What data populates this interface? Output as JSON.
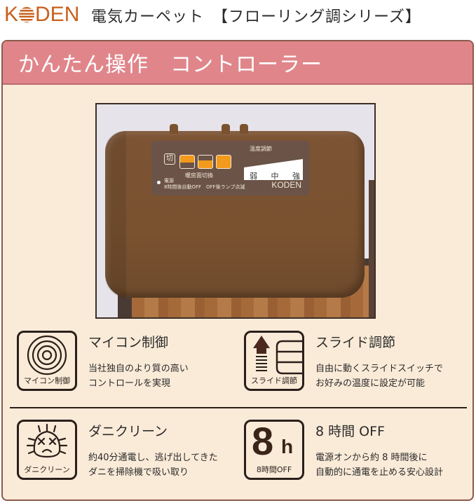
{
  "header": {
    "brand": "KODEN",
    "brand_parts": [
      "K",
      "DEN"
    ],
    "title": "電気カーペット　【フローリング調シリーズ】"
  },
  "section": {
    "title": "かんたん操作　コントローラー"
  },
  "controller": {
    "off_label": "切",
    "mode_label": "暖房面切換",
    "temp_label": "温度調節",
    "temp_levels": [
      "弱",
      "中",
      "強"
    ],
    "power_label": "電源",
    "power_note": "8時間後自動OFF　OFF後ランプ点滅",
    "brand": "KODEN"
  },
  "features": [
    {
      "icon": "microcomputer-control-icon",
      "icon_caption": "マイコン制御",
      "title": "マイコン制御",
      "desc": "当社独自のより質の高い\nコントロールを実現"
    },
    {
      "icon": "slide-adjust-icon",
      "icon_caption": "スライド調節",
      "title": "スライド調節",
      "desc": "自由に動くスライドスイッチで\nお好みの温度に設定が可能"
    },
    {
      "icon": "mite-clean-icon",
      "icon_caption": "ダニクリーン",
      "title": "ダニクリーン",
      "desc": "約40分通電し、逃げ出してきた\nダニを掃除機で吸い取り"
    },
    {
      "icon": "8h-off-icon",
      "icon_big": "8",
      "icon_unit": "h",
      "icon_caption": "8時間OFF",
      "title": "8 時間 OFF",
      "desc": "電源オンから約 8 時間後に\n自動的に通電を止める安心設計"
    }
  ],
  "colors": {
    "brand_orange": "#c8601c",
    "header_pink": "#e0868b",
    "card_bg": "#faebd8",
    "border_brown": "#8a5a4a",
    "controller_brown": "#7a5230",
    "indicator_orange": "#f29a1c"
  }
}
